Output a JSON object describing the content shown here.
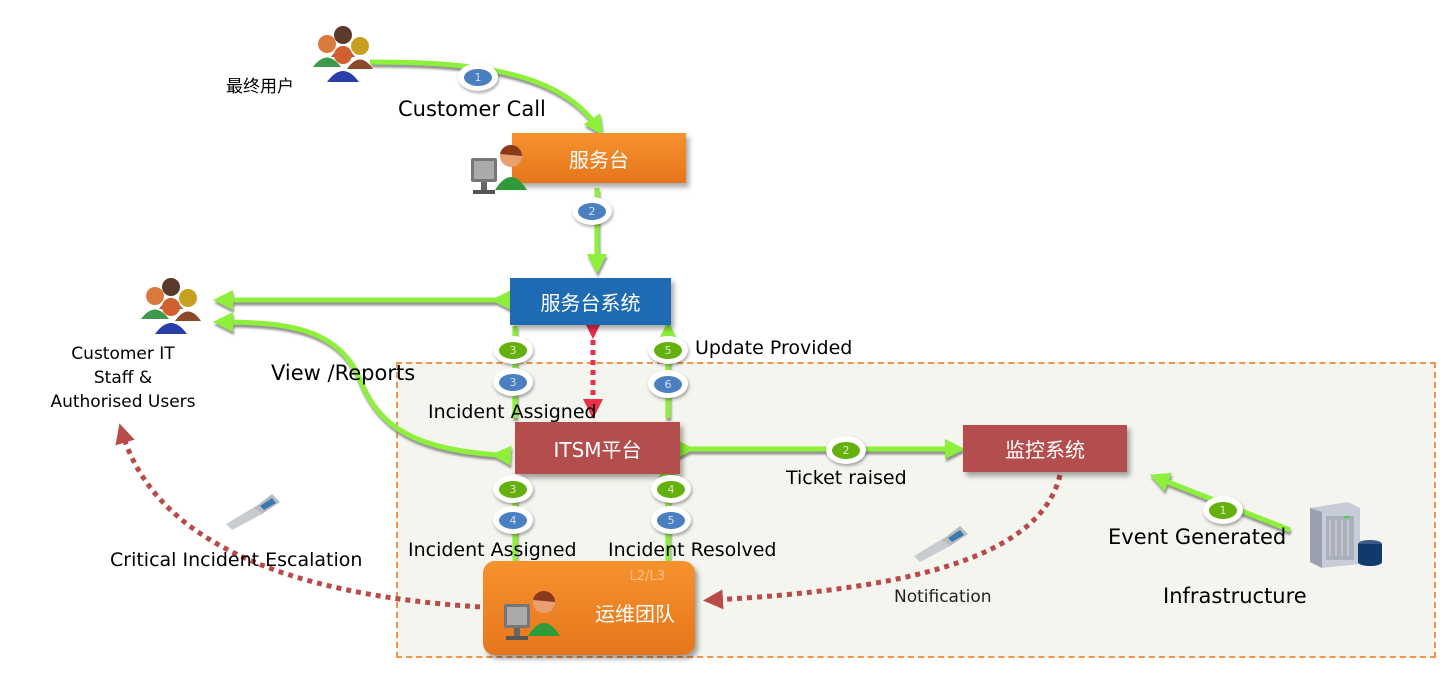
{
  "colors": {
    "flow_arrow": "#8ef03a",
    "escalation_arrow": "#b84a4a",
    "sync_arrow": "#e8304a",
    "zone_border": "#f0954a",
    "zone_fill": "#f3f5ee",
    "service_desk": "#f08a26",
    "service_desk_system": "#1e6bb3",
    "itsm_platform": "#b44e4e",
    "monitoring_system": "#b44e4e",
    "ops_team": "#f08a26",
    "badge_blue": "#4a7fc0",
    "badge_green": "#64b00c"
  },
  "actors": {
    "end_users": {
      "label": "最终用户",
      "icon": "user-group-icon"
    },
    "customer_it": {
      "label_lines": [
        "Customer IT",
        "Staff &",
        "Authorised Users"
      ],
      "icon": "user-group-icon"
    },
    "infrastructure": {
      "label": "Infrastructure",
      "icon": "server-database-icon"
    }
  },
  "nodes": {
    "service_desk": {
      "label": "服务台",
      "icon": "agent-computer-icon"
    },
    "service_desk_system": {
      "label": "服务台系统"
    },
    "itsm_platform": {
      "label": "ITSM平台"
    },
    "monitoring_system": {
      "label": "监控系统"
    },
    "ops_team": {
      "label": "运维团队",
      "tag": "L2/L3",
      "icon": "agent-computer-icon"
    }
  },
  "flow_labels": {
    "customer_call": "Customer Call",
    "view_reports": "View /Reports",
    "incident_assigned_top": "Incident Assigned",
    "update_provided": "Update Provided",
    "ticket_raised": "Ticket raised",
    "incident_assigned_bottom": "Incident Assigned",
    "incident_resolved": "Incident Resolved",
    "event_generated": "Event Generated",
    "notification": "Notification",
    "critical_escalation": "Critical Incident Escalation"
  },
  "steps": {
    "customer_call": {
      "number": "1",
      "track": "blue"
    },
    "desk_to_system": {
      "number": "2",
      "track": "blue"
    },
    "system_assign_green": {
      "number": "3",
      "track": "green"
    },
    "system_assign_blue": {
      "number": "3",
      "track": "blue"
    },
    "update_green": {
      "number": "5",
      "track": "green"
    },
    "update_blue": {
      "number": "6",
      "track": "blue"
    },
    "platform_assign_green": {
      "number": "3",
      "track": "green"
    },
    "platform_assign_blue": {
      "number": "4",
      "track": "blue"
    },
    "resolved_green": {
      "number": "4",
      "track": "green"
    },
    "resolved_blue": {
      "number": "5",
      "track": "blue"
    },
    "ticket_raised": {
      "number": "2",
      "track": "green"
    },
    "event_generated": {
      "number": "1",
      "track": "green"
    }
  }
}
